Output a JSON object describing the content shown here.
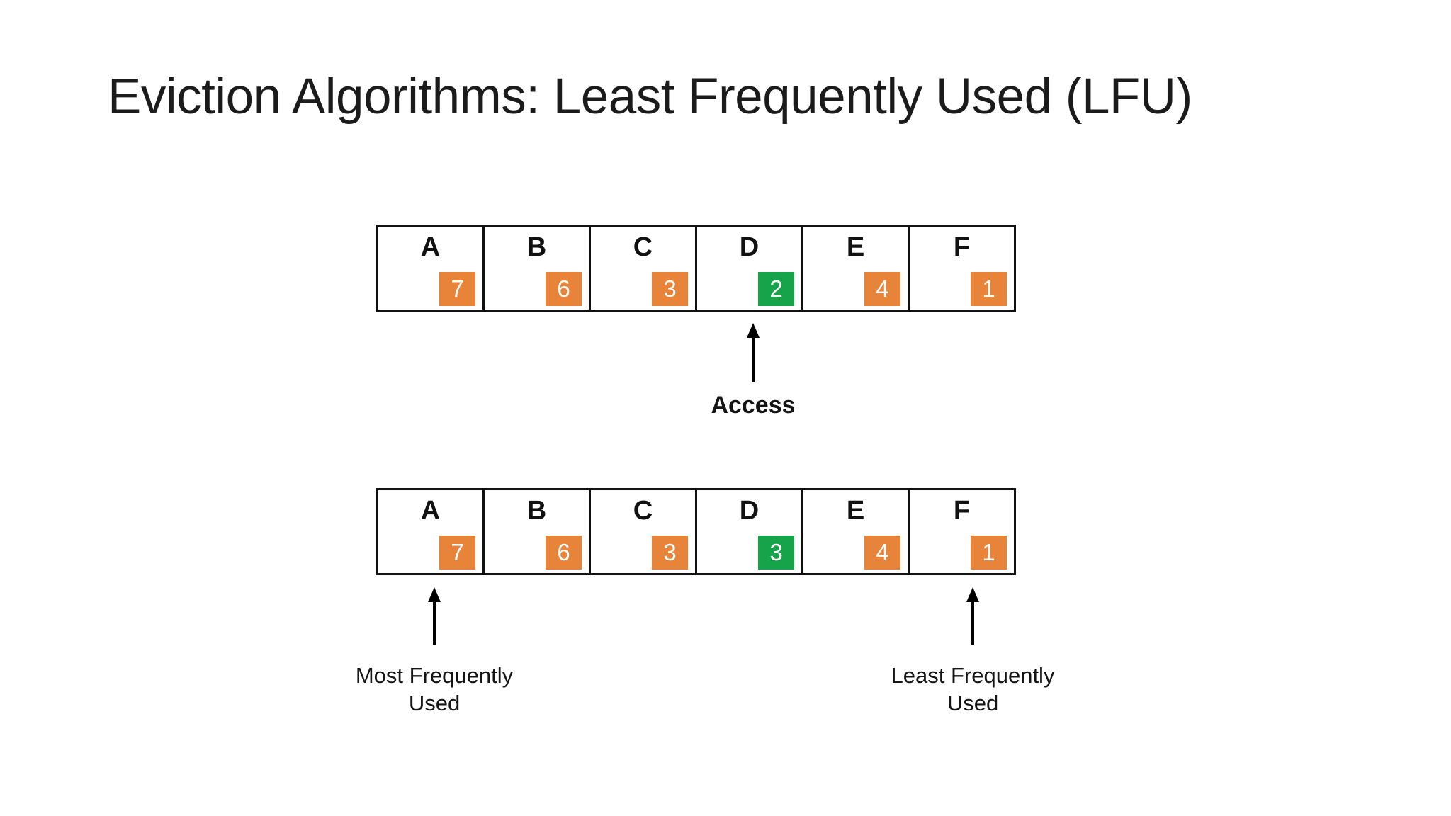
{
  "slide": {
    "title": "Eviction Algorithms: Least Frequently Used (LFU)",
    "background": "#FFFFFF"
  },
  "colors": {
    "orange": "#E8833A",
    "green": "#16A34A",
    "border": "#111111",
    "text": "#111111",
    "badge_text": "#FFFFFF"
  },
  "rows": [
    {
      "name": "before-access",
      "cells": [
        {
          "label": "A",
          "count": "7",
          "highlight": false
        },
        {
          "label": "B",
          "count": "6",
          "highlight": false
        },
        {
          "label": "C",
          "count": "3",
          "highlight": false
        },
        {
          "label": "D",
          "count": "2",
          "highlight": true
        },
        {
          "label": "E",
          "count": "4",
          "highlight": false
        },
        {
          "label": "F",
          "count": "1",
          "highlight": false
        }
      ]
    },
    {
      "name": "after-access",
      "cells": [
        {
          "label": "A",
          "count": "7",
          "highlight": false
        },
        {
          "label": "B",
          "count": "6",
          "highlight": false
        },
        {
          "label": "C",
          "count": "3",
          "highlight": false
        },
        {
          "label": "D",
          "count": "3",
          "highlight": true
        },
        {
          "label": "E",
          "count": "4",
          "highlight": false
        },
        {
          "label": "F",
          "count": "1",
          "highlight": false
        }
      ]
    }
  ],
  "annotations": {
    "access": "Access",
    "mfu_line1": "Most Frequently",
    "mfu_line2": "Used",
    "lfu_line1": "Least Frequently",
    "lfu_line2": "Used"
  }
}
